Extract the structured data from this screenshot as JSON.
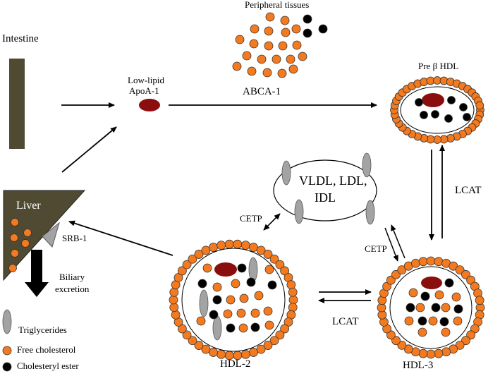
{
  "labels": {
    "intestine": "Intestine",
    "peripheral": "Peripheral tissues",
    "low_lipid_line1": "Low-lipid",
    "low_lipid_line2": "ApoA-1",
    "abca1": "ABCA-1",
    "pre_beta_hdl": "Pre β HDL",
    "vldl_line1": "VLDL, LDL,",
    "vldl_line2": "IDL",
    "lcat_right": "LCAT",
    "liver": "Liver",
    "srb1": "SRB-1",
    "cetp_left": "CETP",
    "cetp_right": "CETP",
    "biliary_line1": "Biliary",
    "biliary_line2": "excretion",
    "lcat_bottom": "LCAT",
    "hdl2": "HDL-2",
    "hdl3": "HDL-3"
  },
  "legend": [
    {
      "symbol": "triglyceride",
      "label": "Triglycerides"
    },
    {
      "symbol": "free-cholesterol",
      "label": "Free cholesterol"
    },
    {
      "symbol": "cholesteryl-ester",
      "label": "Cholesteryl ester"
    }
  ],
  "colors": {
    "free_cholesterol": "#f47a20",
    "cholesteryl_ester": "#000000",
    "triglyceride": "#a3a3a3",
    "apoa1": "#8b0e0e",
    "intestine": "#4f4a31",
    "liver": "#4f4a31",
    "receptor": "#a3a3a3"
  }
}
